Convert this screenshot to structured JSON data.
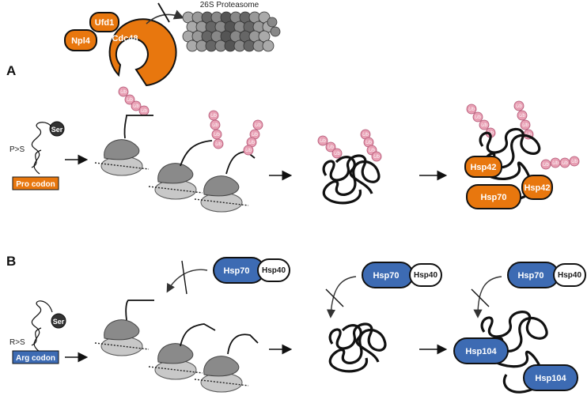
{
  "panels": {
    "a": "A",
    "b": "B"
  },
  "top": {
    "proteasome_label": "26S Proteasome",
    "ufd1": "Ufd1",
    "npl4": "Npl4",
    "cdc48": "Cdc48"
  },
  "panel_a": {
    "mutation": "P>S",
    "residue": "Ser",
    "codon": "Pro codon",
    "hsp42_a": "Hsp42",
    "hsp42_b": "Hsp42",
    "hsp70": "Hsp70"
  },
  "panel_b": {
    "mutation": "R>S",
    "residue": "Ser",
    "codon": "Arg codon",
    "hsp70_1": "Hsp70",
    "hsp40_1": "Hsp40",
    "hsp70_2": "Hsp70",
    "hsp40_2": "Hsp40",
    "hsp70_3": "Hsp70",
    "hsp40_3": "Hsp40",
    "hsp104_a": "Hsp104",
    "hsp104_b": "Hsp104"
  },
  "ubiquitin_label": "Ub",
  "colors": {
    "orange": "#E8770E",
    "blue": "#3D6BB3",
    "ubiquitin": "#E8A0B4",
    "ribosome_dark": "#8a8a8a",
    "ribosome_light": "#c8c8c8"
  }
}
